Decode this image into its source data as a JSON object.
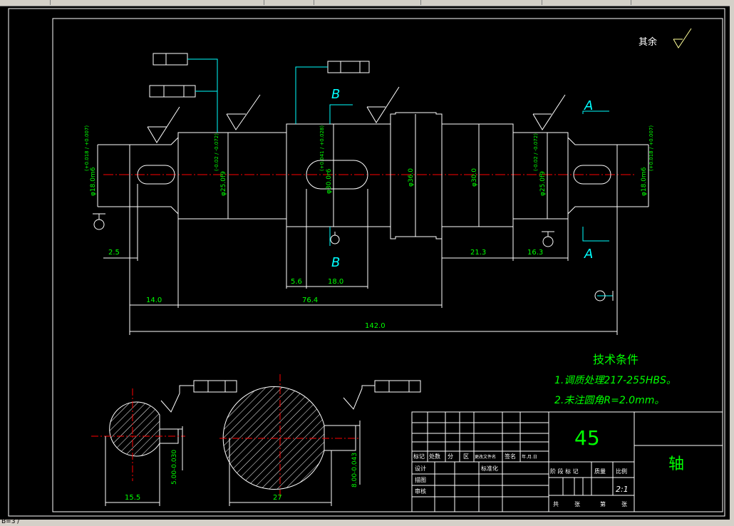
{
  "rest_roughness": "其余",
  "section_labels": {
    "a_top": "A",
    "a_bottom": "A",
    "b_top": "B",
    "b_bottom": "B"
  },
  "diameters": {
    "left_end": "φ18.0m6",
    "left_end_tol": "(+0.018 / +0.007)",
    "left_journal": "φ25.0f9",
    "left_journal_tol": "(-0.02 / -0.072)",
    "gear_seat": "φ30.0r6",
    "gear_seat_tol": "(+0.041 / +0.028)",
    "collar": "φ36.0",
    "shoulder": "φ30.0",
    "right_journal": "φ25.0f9",
    "right_journal_tol": "(-0.02 / -0.072)",
    "right_end": "φ18.0m6",
    "right_end_tol": "(+0.018 / +0.007)"
  },
  "lengths": {
    "d_2_5": "2.5",
    "d_14_0": "14.0",
    "d_76_4": "76.4",
    "d_142_0": "142.0",
    "d_5_6": "5.6",
    "d_18_0": "18.0",
    "d_21_3": "21.3",
    "d_16_3": "16.3"
  },
  "section_dims": {
    "left_width": "15.5",
    "left_depth": "5.00-0.030",
    "right_width": "27",
    "right_depth": "8.00-0.043"
  },
  "tech_requirements": {
    "heading": "技术条件",
    "item1": "1.调质处理217-255HBS。",
    "item2": "2.未注圆角R=2.0mm。"
  },
  "title_block": {
    "material": "45",
    "part_name": "轴",
    "scale": "2:1",
    "col_headers": [
      "标记",
      "处数",
      "分",
      "区",
      "更改文件名",
      "签名",
      "年.月.日"
    ],
    "design": "设计",
    "standardize": "标准化",
    "drafting": "描图",
    "review": "审核",
    "stage_mark": "阶 段 标 记",
    "weight": "质量",
    "ratio": "比例",
    "sheet_total": "共",
    "sheet_unit": "张",
    "sheet_no": "第",
    "sheet_unit2": "张"
  },
  "status": {
    "coord": "B=3 /"
  },
  "colors": {
    "background": "#000000",
    "outline": "#ffffff",
    "dimension": "#00ff00",
    "center": "#ff0000",
    "leader": "#00ffff",
    "tolerance_frame": "#ffff99"
  }
}
